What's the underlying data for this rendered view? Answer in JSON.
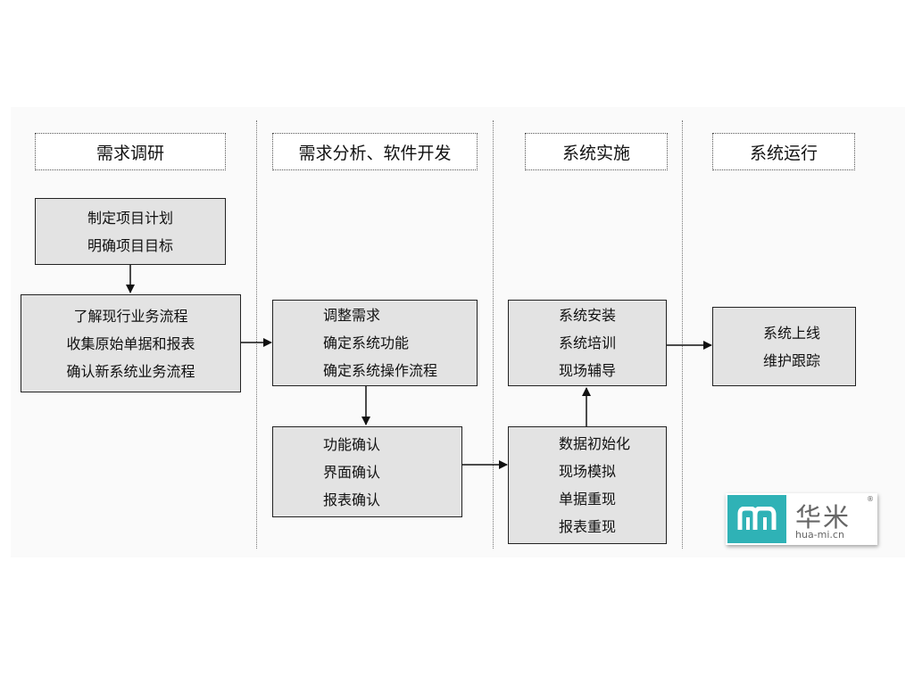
{
  "phases": [
    {
      "title": "需求调研"
    },
    {
      "title": "需求分析、软件开发"
    },
    {
      "title": "系统实施"
    },
    {
      "title": "系统运行"
    }
  ],
  "boxes": {
    "plan": [
      "制定项目计划",
      "明确项目目标"
    ],
    "research": [
      "了解现行业务流程",
      "收集原始单据和报表",
      "确认新系统业务流程"
    ],
    "adjust": [
      "调整需求",
      "确定系统功能",
      "确定系统操作流程"
    ],
    "confirm": [
      "功能确认",
      "界面确认",
      "报表确认"
    ],
    "install": [
      "系统安装",
      "系统培训",
      "现场辅导"
    ],
    "init": [
      "数据初始化",
      "现场模拟",
      "单据重现",
      "报表重现"
    ],
    "online": [
      "系统上线",
      "维护跟踪"
    ]
  },
  "logo": {
    "chinese": "华米",
    "domain": "hua-mi.cn",
    "registered": "®",
    "brand_color": "#2fb2b6"
  },
  "colors": {
    "box_fill": "#e3e3e3",
    "box_border": "#222222",
    "divider": "#777777"
  }
}
